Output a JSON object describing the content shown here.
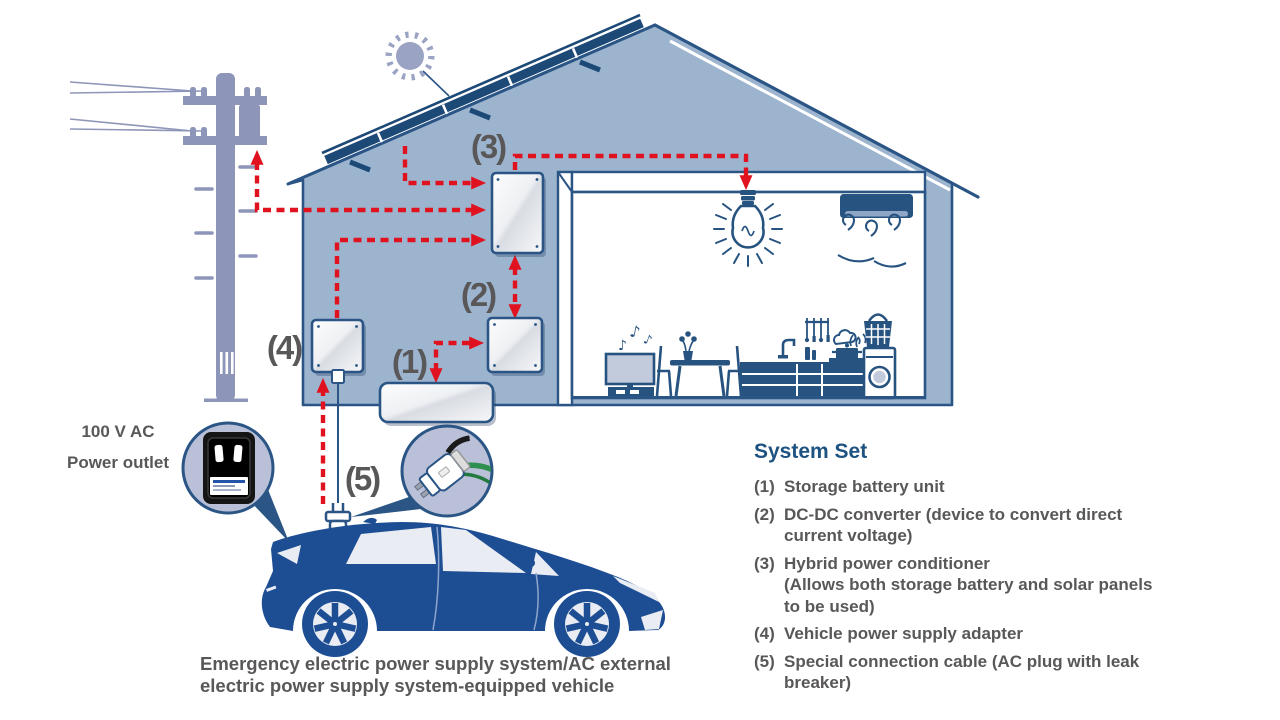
{
  "diagram": {
    "component_labels": {
      "c1": "(1)",
      "c2": "(2)",
      "c3": "(3)",
      "c4": "(4)",
      "c5": "(5)"
    },
    "outlet_label": {
      "line1": "100 V AC",
      "line2": "Power outlet"
    },
    "vehicle_caption": "Emergency electric power supply system/AC external\nelectric power supply system-equipped vehicle",
    "icons": {
      "music_note": "♪"
    }
  },
  "system_set": {
    "title": "System Set",
    "items": [
      {
        "num": "(1)",
        "text": "Storage battery unit"
      },
      {
        "num": "(2)",
        "text": "DC-DC converter (device to convert direct\ncurrent voltage)"
      },
      {
        "num": "(3)",
        "text": "Hybrid power conditioner\n(Allows both storage battery and solar panels\nto be used)"
      },
      {
        "num": "(4)",
        "text": "Vehicle power supply adapter"
      },
      {
        "num": "(5)",
        "text": "Special connection cable (AC plug with leak\nbreaker)"
      }
    ]
  },
  "colors": {
    "wall_blue": "#9db4cf",
    "outline_navy": "#2a5585",
    "icon_navy": "#275380",
    "arrow_red": "#e0121f",
    "pole_gray": "#8d96b8",
    "sun_gray": "#9ba3c4",
    "car_blue": "#1d4e94",
    "window_white": "#e9ecf2",
    "text_gray": "#595757",
    "title_blue": "#1e5280",
    "magnifier_fill": "#b9c0d8"
  }
}
